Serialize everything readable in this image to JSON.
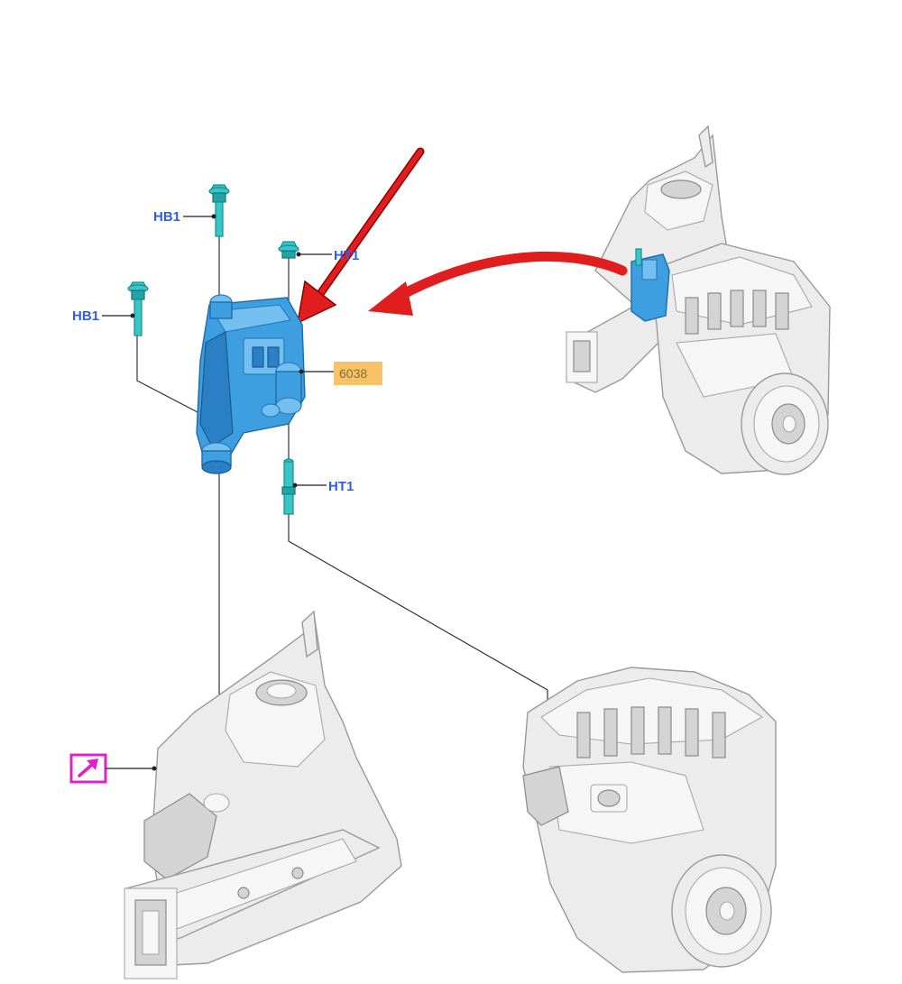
{
  "callouts": {
    "hb1_upper": "HB1",
    "ht1_upper": "HT1",
    "hb1_left": "HB1",
    "part_number": "6038",
    "ht1_lower": "HT1"
  },
  "icons": {
    "reference_icon": "arrow-up-right-icon"
  },
  "colors": {
    "callout_text": "#2f5fe8",
    "part_highlight": "#f7b84e",
    "pointer_arrow": "#e01e1e",
    "reference_box": "#e020c8",
    "mount_part": "#3e9fe0",
    "fastener": "#36c7c9"
  }
}
